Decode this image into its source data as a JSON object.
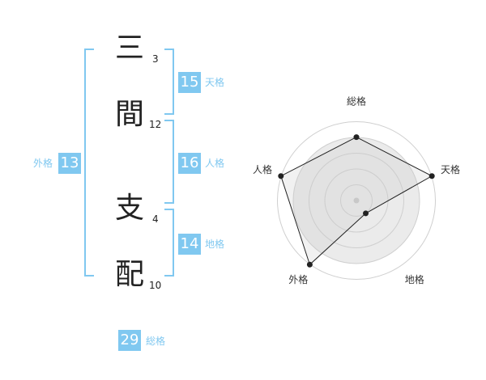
{
  "name": {
    "chars": [
      {
        "char": "三",
        "strokes": "3"
      },
      {
        "char": "間",
        "strokes": "12"
      },
      {
        "char": "支",
        "strokes": "4"
      },
      {
        "char": "配",
        "strokes": "10"
      }
    ]
  },
  "grades": {
    "tenkaku": {
      "value": "15",
      "label": "天格"
    },
    "jinkaku": {
      "value": "16",
      "label": "人格"
    },
    "chikaku": {
      "value": "14",
      "label": "地格"
    },
    "gaikaku": {
      "value": "13",
      "label": "外格"
    },
    "soukaku": {
      "value": "29",
      "label": "総格"
    }
  },
  "colors": {
    "accent": "#80c8f0",
    "text": "#222222"
  },
  "chart_data": {
    "type": "radar",
    "axes": [
      "総格",
      "天格",
      "地格",
      "外格",
      "人格"
    ],
    "values": [
      4,
      5,
      1,
      5,
      5
    ],
    "range": [
      0,
      5
    ],
    "grid": true
  }
}
